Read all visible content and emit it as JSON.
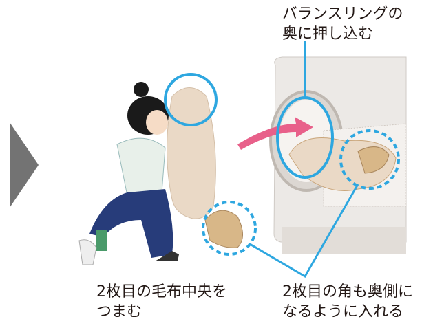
{
  "captions": {
    "balance_ring": [
      "バランスリングの",
      "奥に押し込む"
    ],
    "pinch_center": [
      "2枚目の毛布中央を",
      "つまむ"
    ],
    "corner_back": [
      "2枚目の角も奥側に",
      "なるように入れる"
    ]
  },
  "colors": {
    "callout_blue": "#2ea7e0",
    "arrow_pink": "#e8608a",
    "chevron_gray": "#737373",
    "blanket": "#ead9c6",
    "washer": "#e9e6e3"
  }
}
